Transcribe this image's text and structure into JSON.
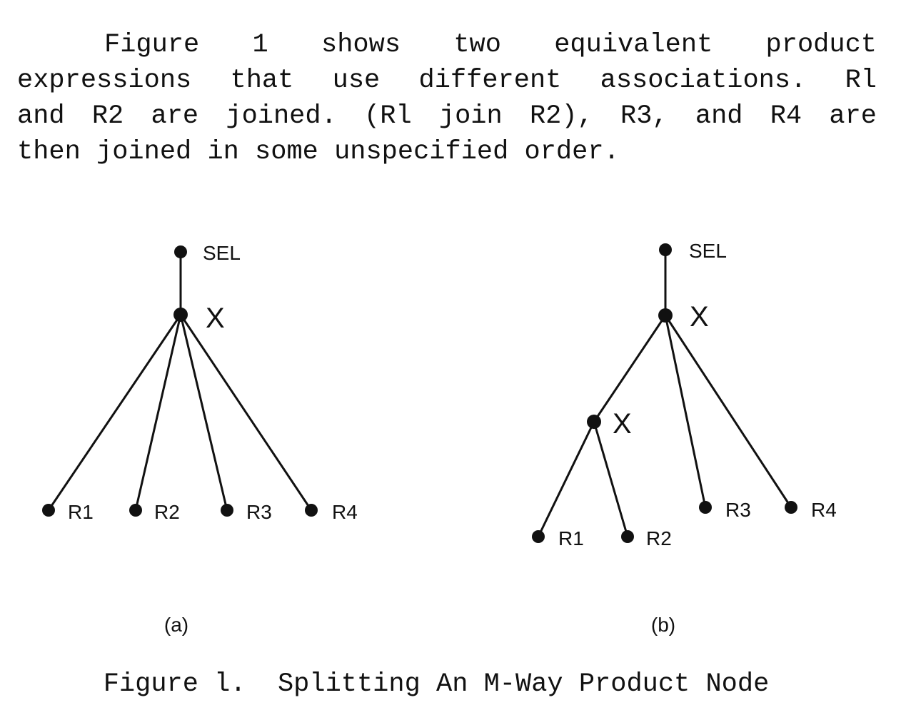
{
  "paragraph": {
    "lines": [
      "Figure 1 shows two equivalent product",
      "expressions that use different associations. Rl",
      "and R2 are joined. (Rl join R2), R3, and R4 are",
      "then joined in some unspecified order."
    ]
  },
  "figure": {
    "caption": "Figure l.  Splitting An M-Way Product Node",
    "diagrams": [
      {
        "sublabel": "(a)",
        "nodes": {
          "sel": "SEL",
          "product": "X",
          "leaves": [
            "R1",
            "R2",
            "R3",
            "R4"
          ]
        }
      },
      {
        "sublabel": "(b)",
        "nodes": {
          "sel": "SEL",
          "product": "X",
          "inner_product": "X",
          "leaves": [
            "R1",
            "R2",
            "R3",
            "R4"
          ]
        }
      }
    ]
  }
}
